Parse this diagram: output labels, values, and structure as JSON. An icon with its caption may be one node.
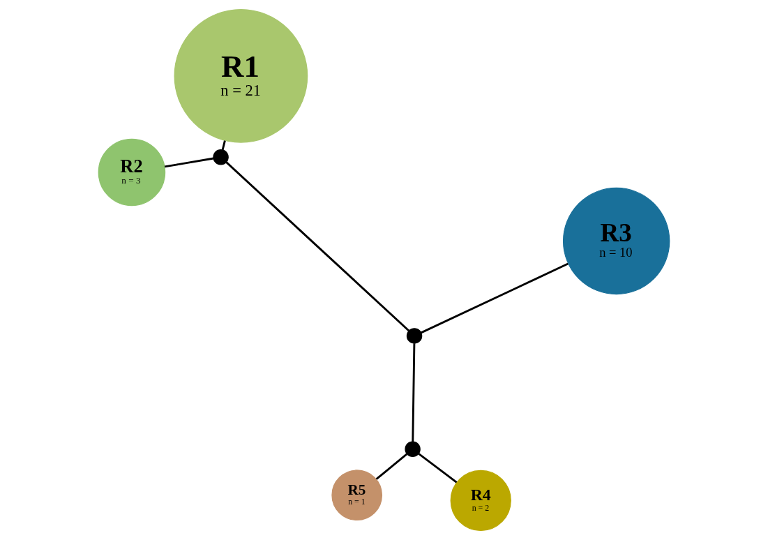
{
  "diagram": {
    "nodes": [
      {
        "text": [
          "R5",
          "n = 1"
        ]
      },
      {
        "text": [
          "R4",
          "n = 2"
        ]
      },
      {
        "text": [],
        "shape": "circle"
      },
      {
        "text": [
          "R1",
          "n = 21"
        ]
      },
      {
        "text": [],
        "shape": "circle"
      },
      {
        "text": [],
        "shape": "circle"
      },
      {
        "text": [
          "R2",
          "n = 3"
        ]
      },
      {
        "text": [
          "R3",
          "n = 10"
        ]
      }
    ],
    "edges": [
      {
        "from": 0,
        "to": 2,
        "arrow": "none"
      },
      {
        "from": 2,
        "to": 1,
        "arrow": "none"
      },
      {
        "from": 2,
        "to": 4,
        "arrow": "none"
      },
      {
        "from": 4,
        "to": 5,
        "arrow": "none"
      },
      {
        "from": 5,
        "to": 3,
        "arrow": "none"
      },
      {
        "from": 5,
        "to": 6,
        "arrow": "none"
      },
      {
        "from": 4,
        "to": 7,
        "arrow": "none"
      }
    ]
  }
}
